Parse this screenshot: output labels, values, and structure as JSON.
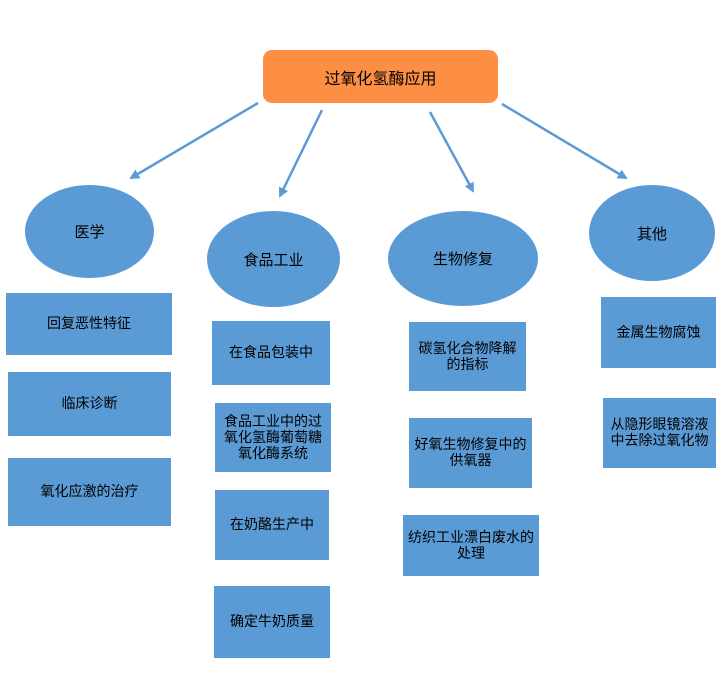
{
  "colors": {
    "root_fill": "#fd8f45",
    "node_fill": "#5b9bd5",
    "arrow": "#5b9bd5"
  },
  "root": {
    "label": "过氧化氢酶应用"
  },
  "categories": [
    {
      "label": "医学",
      "items": [
        "回复恶性特征",
        "临床诊断",
        "氧化应激的治疗"
      ]
    },
    {
      "label": "食品工业",
      "items": [
        "在食品包装中",
        "食品工业中的过氧化氢酶葡萄糖氧化酶系统",
        "在奶酪生产中",
        "确定牛奶质量"
      ]
    },
    {
      "label": "生物修复",
      "items": [
        "碳氢化合物降解的指标",
        "好氧生物修复中的供氧器",
        "纺织工业漂白废水的处理"
      ]
    },
    {
      "label": "其他",
      "items": [
        "金属生物腐蚀",
        "从隐形眼镜溶液中去除过氧化物"
      ]
    }
  ]
}
